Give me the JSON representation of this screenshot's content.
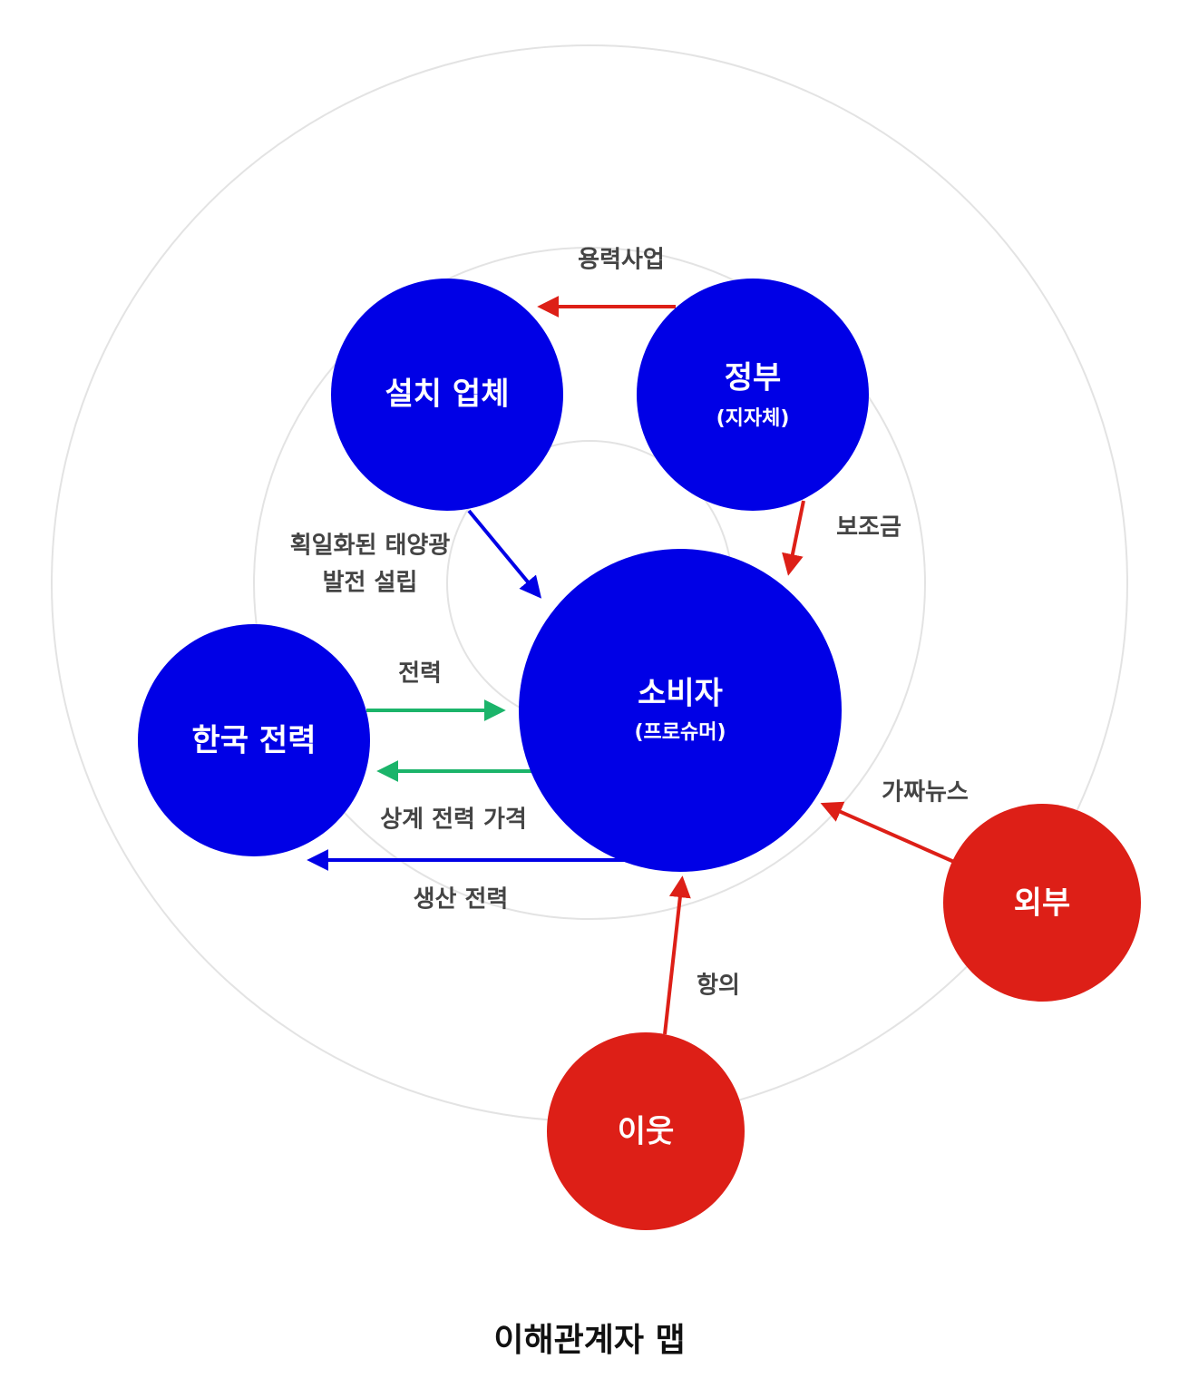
{
  "title": "이해관계자 맵",
  "colors": {
    "core": "#0000e6",
    "external": "#dd1f17",
    "flow_power": "#1bb46a",
    "ring": "#e3e3e3",
    "label": "#444444"
  },
  "nodes": {
    "installer": {
      "title": "설치 업체",
      "sub": ""
    },
    "government": {
      "title": "정부",
      "sub": "(지자체)"
    },
    "consumer": {
      "title": "소비자",
      "sub": "(프로슈머)"
    },
    "kepco": {
      "title": "한국 전력",
      "sub": ""
    },
    "outside": {
      "title": "외부",
      "sub": ""
    },
    "neighbor": {
      "title": "이웃",
      "sub": ""
    }
  },
  "edges": {
    "gov_to_installer": "용력사업",
    "gov_to_consumer": "보조금",
    "installer_to_consumer": [
      "획일화된 태양광",
      "발전 설립"
    ],
    "kepco_to_consumer": "전력",
    "consumer_to_kepco_price": "상계 전력 가격",
    "consumer_to_kepco_production": "생산 전력",
    "outside_to_consumer": "가짜뉴스",
    "neighbor_to_consumer": "항의"
  }
}
